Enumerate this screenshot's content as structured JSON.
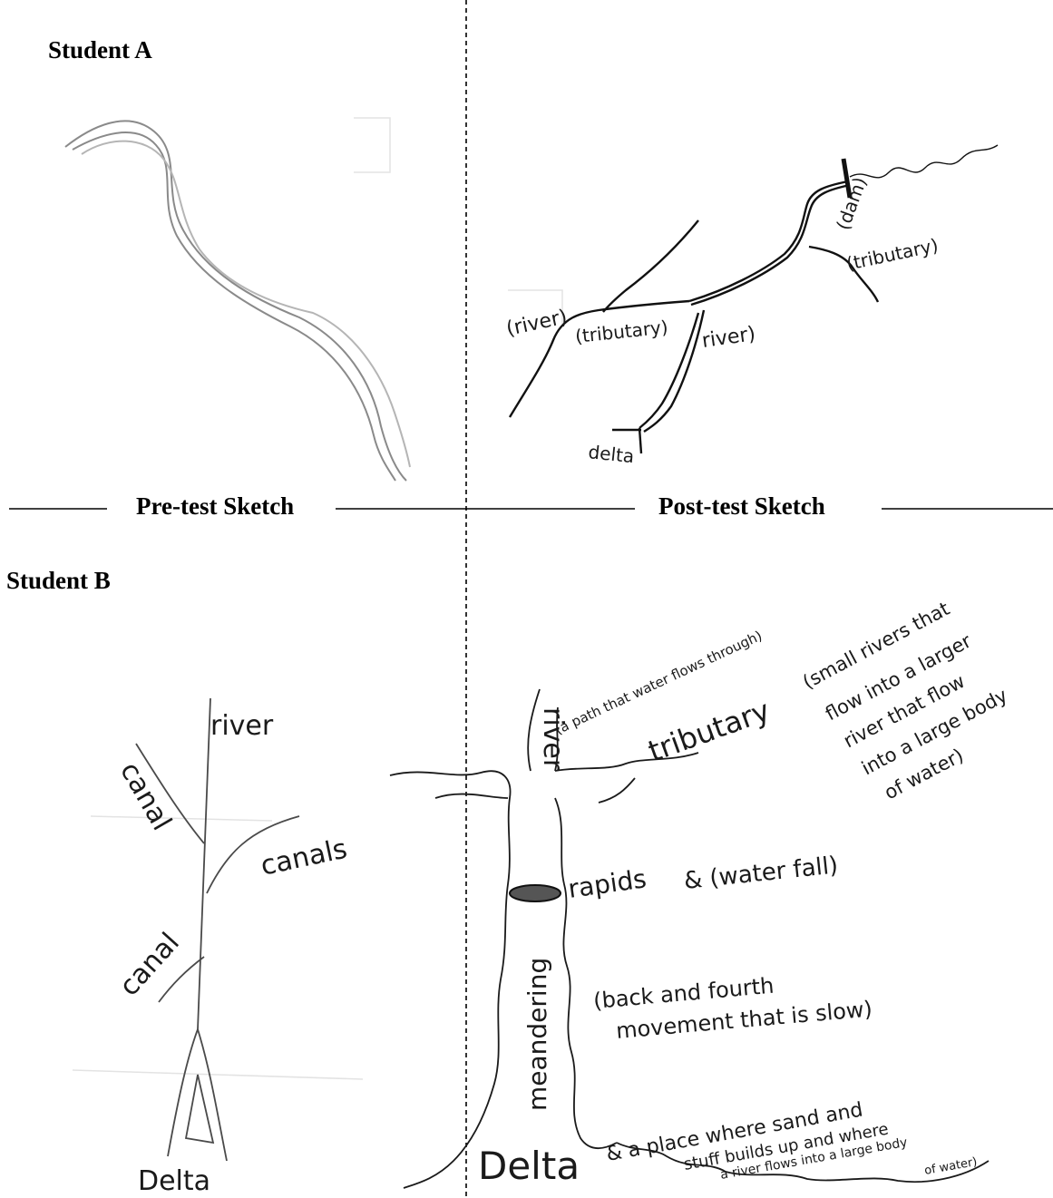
{
  "labels": {
    "student_a": "Student A",
    "student_b": "Student B",
    "pre_test": "Pre-test Sketch",
    "post_test": "Post-test Sketch"
  },
  "sketch_a_post": {
    "river_left": "(river)",
    "tributary_mid": "(tributary)",
    "river_mid": "river)",
    "dam": "(dam)",
    "tributary_right": "(tributary)",
    "delta": "delta"
  },
  "sketch_b_pre": {
    "river": "river",
    "canal_top": "canal",
    "canals_right": "canals",
    "canal_bottom": "canal",
    "delta": "Delta"
  },
  "sketch_b_post": {
    "river_vertical": "river",
    "path_note": "(a path that water flows through)",
    "tributary": "tributary",
    "tributary_note_1": "(small rivers that",
    "tributary_note_2": "flow into a larger",
    "tributary_note_3": "river that flow",
    "tributary_note_4": "into a large body",
    "tributary_note_5": "of water)",
    "rapids": "rapids",
    "waterfall": "& (water fall)",
    "meandering": "meandering",
    "meander_note_1": "(back and fourth",
    "meander_note_2": "movement that is slow)",
    "delta": "Delta",
    "delta_note_1": "& a place where sand and",
    "delta_note_2": "stuff builds up and where",
    "delta_note_3": "a river flows into a large body",
    "delta_note_4": "of water)"
  },
  "colors": {
    "ink": "#1a1a1a",
    "pencil": "#8a8a8a",
    "ghost": "#cfcfcf"
  }
}
